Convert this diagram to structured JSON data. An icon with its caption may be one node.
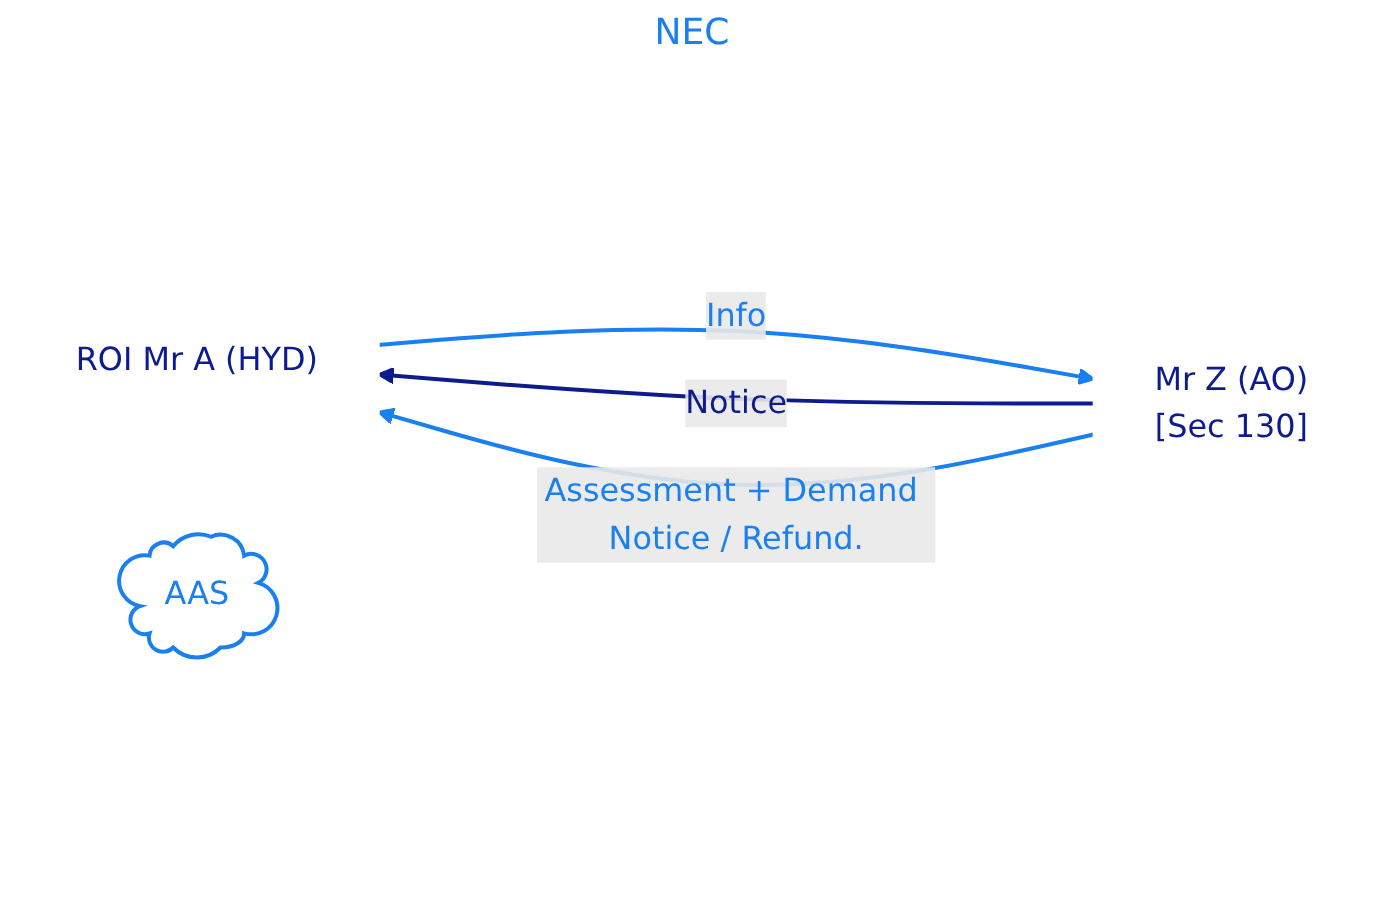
{
  "diagram": {
    "nodes": [
      {
        "text": [
          "ROI Mr A (HYD)"
        ]
      },
      {
        "text": [
          "Mr Z (AO)",
          "[Sec 130]"
        ]
      },
      {
        "text": [
          "AAS"
        ]
      }
    ],
    "edges": [
      {
        "from": 0,
        "to": 1,
        "arrow": "to",
        "label": "Info"
      },
      {
        "from": 1,
        "to": 0,
        "arrow": "to",
        "label": "Notice",
        "color": "#0d1b8f"
      },
      {
        "from": 1,
        "to": 0,
        "arrow": "to",
        "label": "Assessment + Demand Notice / Refund."
      }
    ],
    "labels": [
      "NEC"
    ]
  }
}
